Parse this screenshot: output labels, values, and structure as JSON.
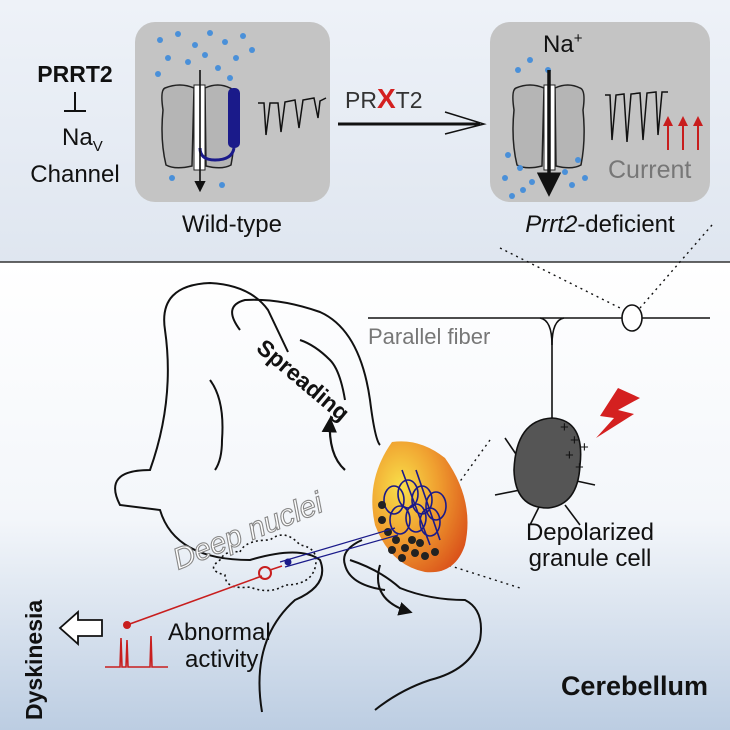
{
  "top_panel": {
    "prrt2_label": "PRRT2",
    "inhibit_symbol": "⊥",
    "na_label": "Na",
    "na_subscript": "V",
    "channel_label": "Channel",
    "wildtype_caption": "Wild-type",
    "arrow_label_pre": "PR",
    "arrow_label_x": "X",
    "arrow_label_post": "T2",
    "na_plus_label": "Na",
    "na_plus_sup": "+",
    "current_label": "Current",
    "deficient_caption_italic": "Prrt2",
    "deficient_caption_rest": "-deficient"
  },
  "bottom_panel": {
    "parallel_fiber_label": "Parallel fiber",
    "spreading_label": "Spreading",
    "deep_nuclei_label": "Deep nuclei",
    "depolarized_line1": "Depolarized",
    "depolarized_line2": "granule cell",
    "abnormal_line1": "Abnormal",
    "abnormal_line2": "activity",
    "dyskinesia_label": "Dyskinesia",
    "cerebellum_label": "Cerebellum"
  },
  "colors": {
    "top_bg": "#e7edf5",
    "bottom_gradient_top": "#ffffff",
    "bottom_gradient_bottom": "#bccde2",
    "channel_box": "#c4c4c4",
    "dots": "#4a90d9",
    "prrt2_protein": "#1a1a8a",
    "red_accent": "#d42020",
    "gray_text": "#777777",
    "granule_cell": "#555555",
    "hot_region_inner": "#f5d040",
    "hot_region_outer": "#d8501a"
  }
}
